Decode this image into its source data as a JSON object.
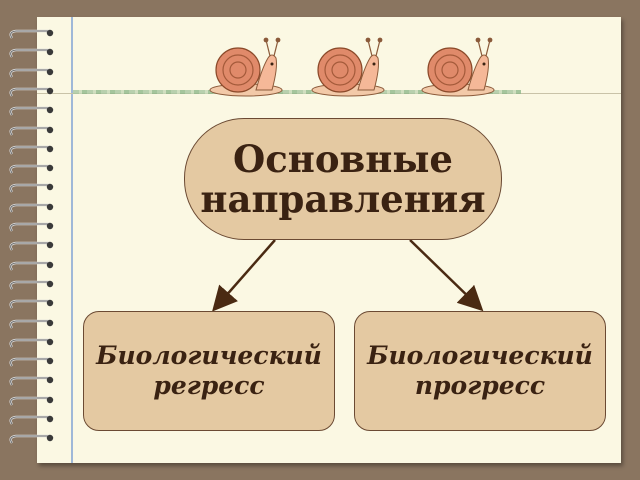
{
  "diagram": {
    "root": {
      "label_line1": "Основные",
      "label_line2": "направления"
    },
    "children": [
      {
        "label_line1": "Биологический",
        "label_line2": "регресс"
      },
      {
        "label_line1": "Биологический",
        "label_line2": "прогресс"
      }
    ]
  },
  "decor": {
    "snail_count": 3,
    "binding_rings": 22
  },
  "colors": {
    "background": "#8a7560",
    "paper": "#fbf8e3",
    "node_fill": "#e4c9a2",
    "node_border": "#6b4a33",
    "text": "#3a2212",
    "arrow": "#4a2a12"
  }
}
